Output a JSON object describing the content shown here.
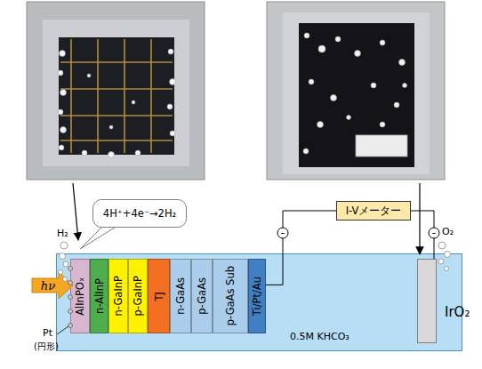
{
  "diagram": {
    "nodes": [
      {
        "text": [
          "0.5M KHCO₃"
        ]
      },
      {
        "text": [
          "AlInPOₓ"
        ],
        "in": 0
      },
      {
        "text": [
          "n-AlInP"
        ],
        "in": 0
      },
      {
        "text": [
          "n-GaInP"
        ],
        "in": 0
      },
      {
        "text": [
          "p-GaInP"
        ],
        "in": 0
      },
      {
        "text": [
          "TJ"
        ],
        "in": 0
      },
      {
        "text": [
          "n-GaAs"
        ],
        "in": 0
      },
      {
        "text": [
          "p-GaAs"
        ],
        "in": 0
      },
      {
        "text": [
          "p-GaAs Sub"
        ],
        "in": 0
      },
      {
        "text": [
          "Ti/Pt/Au"
        ],
        "in": 0
      },
      {
        "text": [
          "IrO₂"
        ],
        "in": 0
      },
      {
        "text": [
          "I-Vメーター"
        ]
      },
      {
        "text": [
          "4H⁺+4e⁻→2H₂"
        ]
      },
      {
        "text": [
          "hν"
        ]
      }
    ],
    "edges": [
      {
        "from": 9,
        "to": 11,
        "arrow": "none"
      },
      {
        "from": 11,
        "to": 10,
        "arrow": "none"
      }
    ],
    "labels": [
      "H₂",
      "O₂",
      "Pt",
      "(円形)",
      "-",
      "-"
    ]
  }
}
